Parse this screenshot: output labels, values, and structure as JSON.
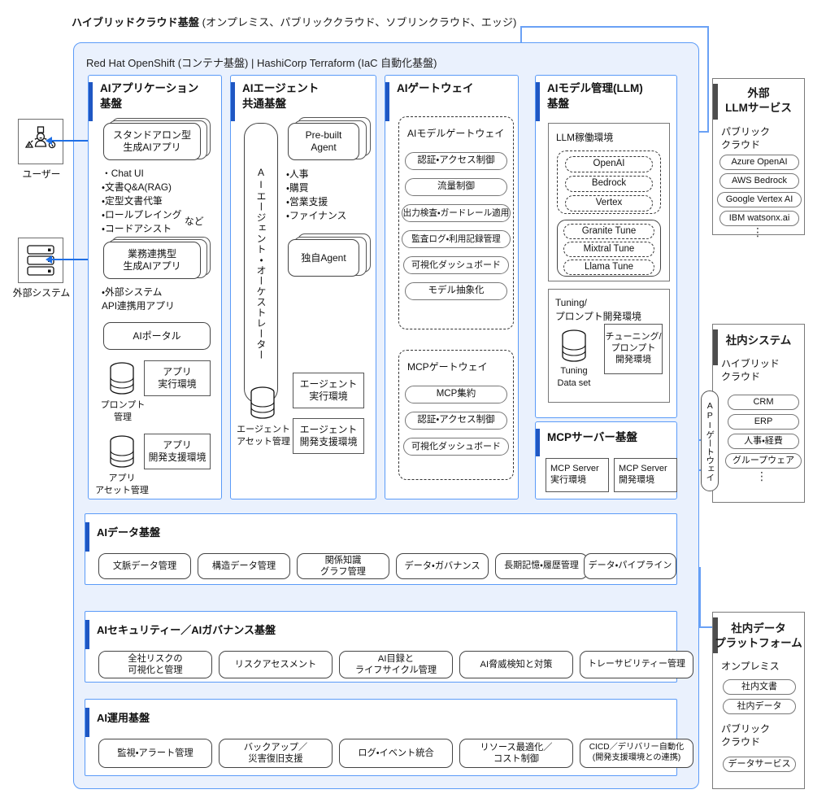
{
  "diagram": {
    "caption_bold": "ハイブリッドクラウド基盤",
    "caption_rest": " (オンプレミス、パブリッククラウド、ソブリンクラウド、エッジ)",
    "platform_label": "Red Hat OpenShift (コンテナ基盤) | HashiCorp Terraform (IaC 自動化基盤)",
    "accent_blue": "#1f57c3",
    "line_blue": "#6aa1f5",
    "arrow_blue": "#1f6fe5",
    "panel_bg": "#eaf1fd"
  },
  "actors": {
    "user": {
      "label": "ユーザー",
      "icon": "user-group-icon"
    },
    "external_system": {
      "label": "外部システム",
      "icon": "server-rack-icon"
    }
  },
  "col_app": {
    "title": "AIアプリケーション\n基盤",
    "standalone_app": "スタンドアロン型\n生成AIアプリ",
    "standalone_bullets": "・Chat UI\n・文書Q&A(RAG)\n・定型文書代筆\n・ロールプレイング\n・コードアシスト",
    "standalone_etc": "など",
    "linked_app": "業務連携型\n生成AIアプリ",
    "linked_bullets": "・外部システム\n  API連携用アプリ",
    "portal": "AIポータル",
    "prompt_store_label": "プロンプト\n管理",
    "app_runtime": "アプリ\n実行環境",
    "asset_store_label": "アプリ\nアセット管理",
    "app_devenv": "アプリ\n開発支援環境"
  },
  "col_agent": {
    "title": "AIエージェント\n共通基盤",
    "orchestrator": "AIエージェント・オーケストレーター",
    "prebuilt_agent": "Pre-built\nAgent",
    "prebuilt_bullets": "・人事\n・購買\n・営業支援\n・ファイナンス",
    "custom_agent": "独自Agent",
    "asset_store_label": "エージェント\nアセット管理",
    "agent_runtime": "エージェント\n実行環境",
    "agent_devenv": "エージェント\n開発支援環境"
  },
  "col_gateway": {
    "title": "AIゲートウェイ",
    "model_gw": {
      "label": "AIモデルゲートウェイ",
      "items": [
        "認証・アクセス制御",
        "流量制御",
        "出力検査・ガードレール適用",
        "監査ログ・利用記録管理",
        "可視化ダッシュボード",
        "モデル抽象化"
      ]
    },
    "mcp_gw": {
      "label": "MCPゲートウェイ",
      "items": [
        "MCP集約",
        "認証・アクセス制御",
        "可視化ダッシュボード"
      ]
    }
  },
  "col_model": {
    "title": "AIモデル管理(LLM)\n基盤",
    "llm_runtime_label": "LLM稼働環境",
    "hosted_models": [
      "OpenAI",
      "Bedrock",
      "Vertex"
    ],
    "tuned_models": [
      "Granite Tune",
      "Mixtral Tune",
      "Llama Tune"
    ],
    "tuning_box_label": "Tuning/\nプロンプト開発環境",
    "tuning_dataset": "Tuning\nData set",
    "tuning_env": "チューニング/\nプロンプト\n開発環境"
  },
  "mcp_server": {
    "title": "MCPサーバー基盤",
    "runtime": "MCP Server\n実行環境",
    "devenv": "MCP Server\n開発環境"
  },
  "external_llm": {
    "title": "外部\nLLMサービス",
    "group_label": "パブリック\nクラウド",
    "items": [
      "Azure OpenAI",
      "AWS Bedrock",
      "Google Vertex AI",
      "IBM watsonx.ai"
    ],
    "more": "⋮"
  },
  "internal_systems": {
    "title": "社内システム",
    "group_label": "ハイブリッド\nクラウド",
    "api_gateway": "APIゲートウェイ",
    "items": [
      "CRM",
      "ERP",
      "人事・経費",
      "グループウェア"
    ],
    "more": "⋮"
  },
  "internal_data_platform": {
    "title": "社内データ\nプラットフォーム",
    "onprem_label": "オンプレミス",
    "onprem_items": [
      "社内文書",
      "社内データ"
    ],
    "cloud_label": "パブリック\nクラウド",
    "cloud_items": [
      "データサービス"
    ]
  },
  "band_data": {
    "title": "AIデータ基盤",
    "items": [
      "文脈データ管理",
      "構造データ管理",
      "関係知識\nグラフ管理",
      "データ・ガバナンス",
      "長期記憶・履歴管理",
      "データ・パイプライン"
    ]
  },
  "band_security": {
    "title": "AIセキュリティー／AIガバナンス基盤",
    "items": [
      "全社リスクの\n可視化と管理",
      "リスクアセスメント",
      "AI目録と\nライフサイクル管理",
      "AI脅威検知と対策",
      "トレーサビリティー管理"
    ]
  },
  "band_ops": {
    "title": "AI運用基盤",
    "items": [
      "監視・アラート管理",
      "バックアップ／\n災害復旧支援",
      "ログ・イベント統合",
      "リソース最適化／\nコスト制御",
      "CICD／デリバリー自動化\n(開発支援環境との連携)"
    ]
  }
}
